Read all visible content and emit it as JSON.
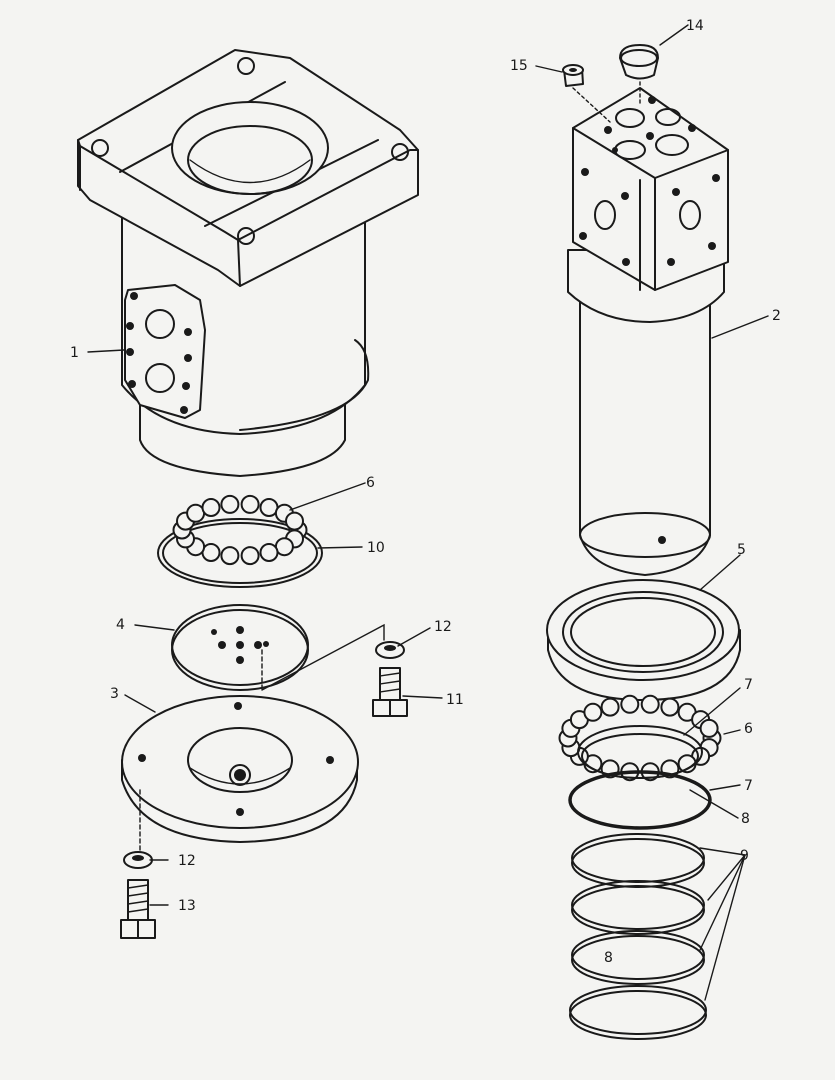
{
  "callouts": [
    "14",
    "15",
    "2",
    "1",
    "6",
    "10",
    "4",
    "12",
    "11",
    "3",
    "5",
    "7",
    "6",
    "7",
    "8",
    "9",
    "12",
    "13",
    "8"
  ],
  "colors": {
    "background": "#f4f4f2",
    "ink": "#1a1a1a"
  }
}
